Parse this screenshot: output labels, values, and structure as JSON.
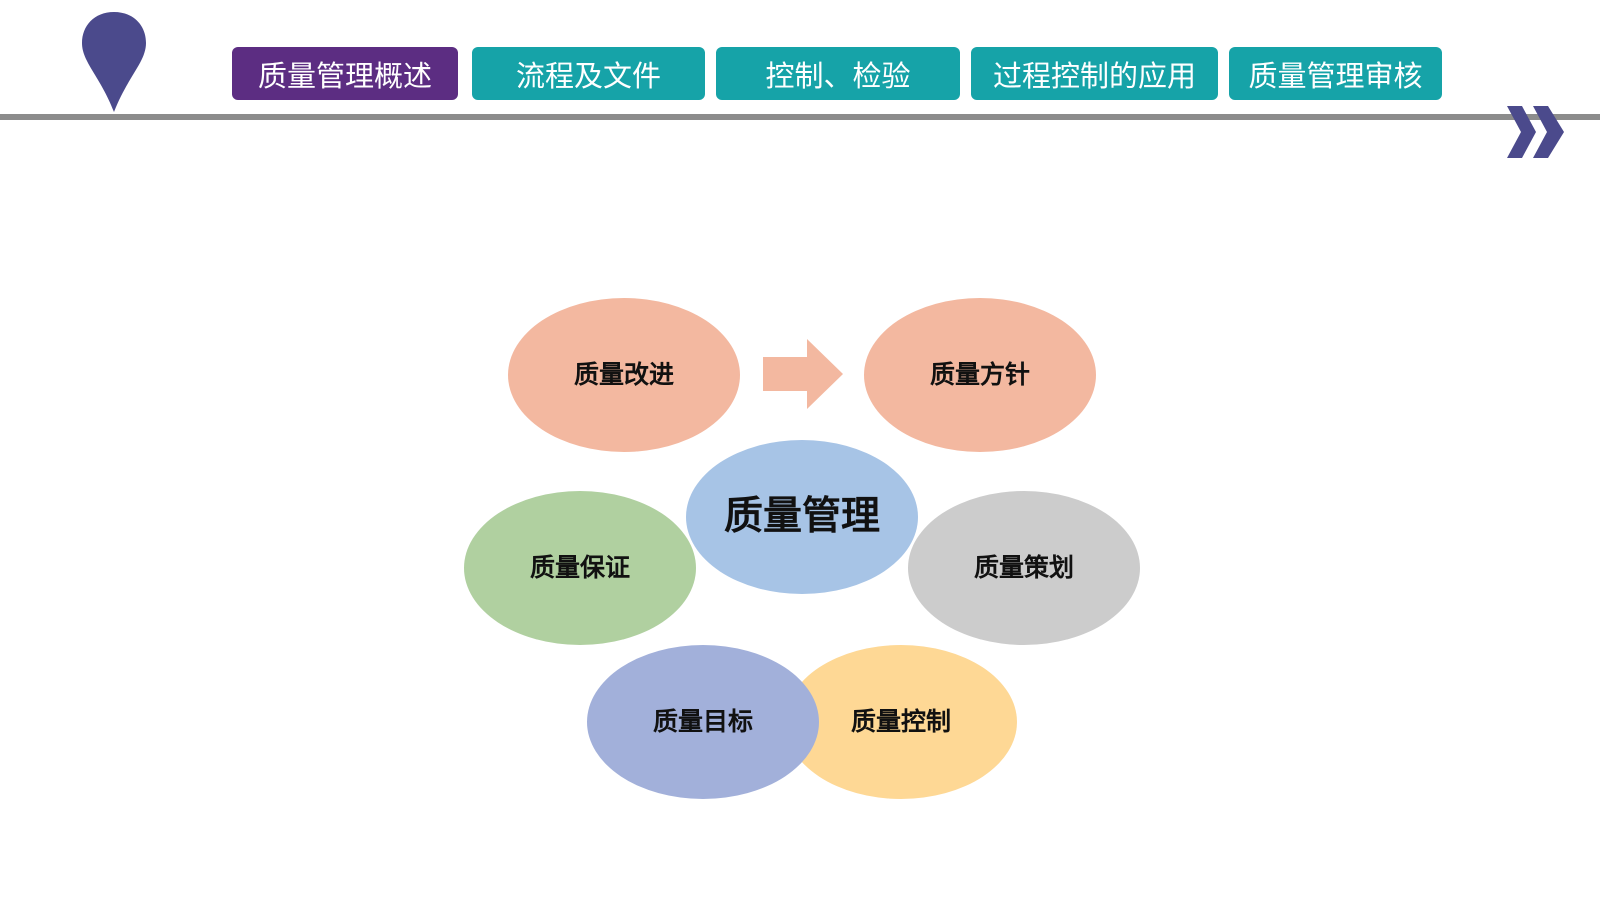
{
  "header": {
    "tabs": [
      {
        "label": "质量管理概述",
        "active": true
      },
      {
        "label": "流程及文件",
        "active": false
      },
      {
        "label": "控制、检验",
        "active": false
      },
      {
        "label": "过程控制的应用",
        "active": false
      },
      {
        "label": "质量管理审核",
        "active": false
      }
    ],
    "colors": {
      "active_tab": "#5c2d82",
      "inactive_tab": "#16a3a8",
      "pin": "#4b4a8c",
      "divider": "#8c8c8c",
      "next_arrow": "#4b4a8c"
    },
    "icons": {
      "pin": "location-pin-icon",
      "next": "double-chevron-right-icon"
    }
  },
  "diagram": {
    "center": {
      "label": "质量管理",
      "color": "#a7c4e6"
    },
    "nodes": [
      {
        "id": "improve",
        "label": "质量改进",
        "color": "#f3b8a0"
      },
      {
        "id": "policy",
        "label": "质量方针",
        "color": "#f3b8a0"
      },
      {
        "id": "assure",
        "label": "质量保证",
        "color": "#b0d0a0"
      },
      {
        "id": "plan",
        "label": "质量策划",
        "color": "#cccccc"
      },
      {
        "id": "control",
        "label": "质量控制",
        "color": "#fed895"
      },
      {
        "id": "target",
        "label": "质量目标",
        "color": "#a2b0da"
      }
    ],
    "arrow": {
      "from": "improve",
      "to": "policy",
      "color": "#f3b8a0"
    }
  }
}
